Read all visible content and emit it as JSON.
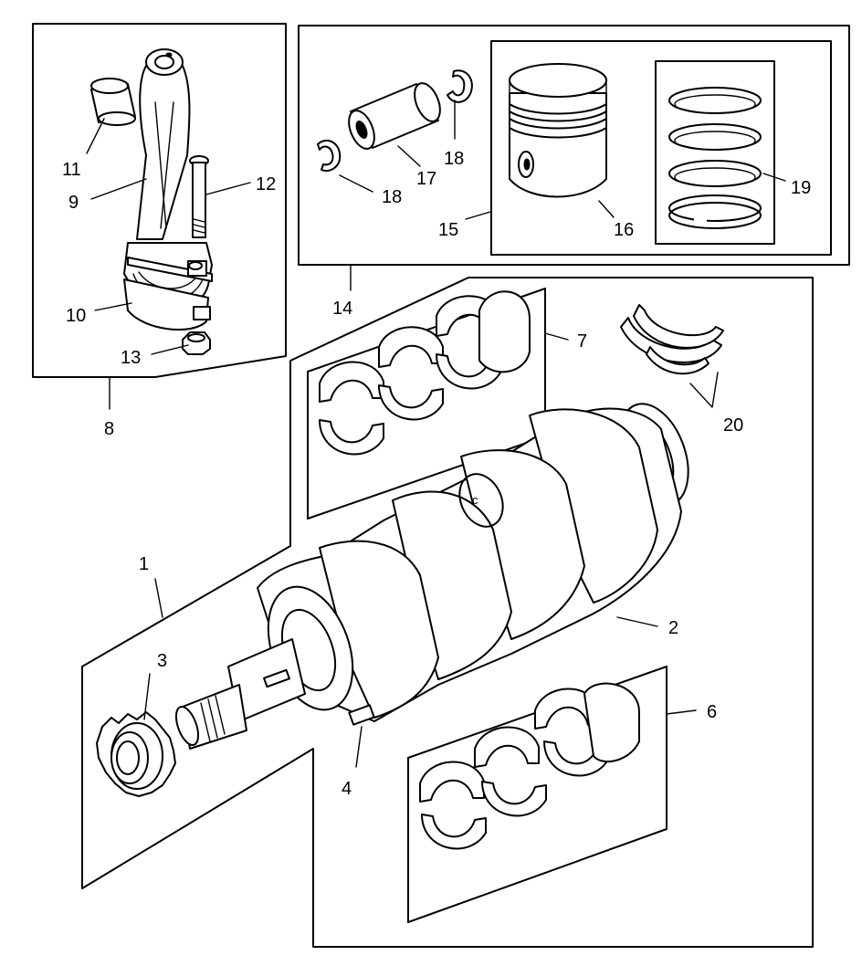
{
  "diagram": {
    "callouts": {
      "c1": "1",
      "c2": "2",
      "c3": "3",
      "c4": "4",
      "c6": "6",
      "c7": "7",
      "c8": "8",
      "c9": "9",
      "c10": "10",
      "c11": "11",
      "c12": "12",
      "c13": "13",
      "c14": "14",
      "c15": "15",
      "c16": "16",
      "c17": "17",
      "c18a": "18",
      "c18b": "18",
      "c19": "19",
      "c20": "20"
    },
    "crank_mark": "c"
  }
}
